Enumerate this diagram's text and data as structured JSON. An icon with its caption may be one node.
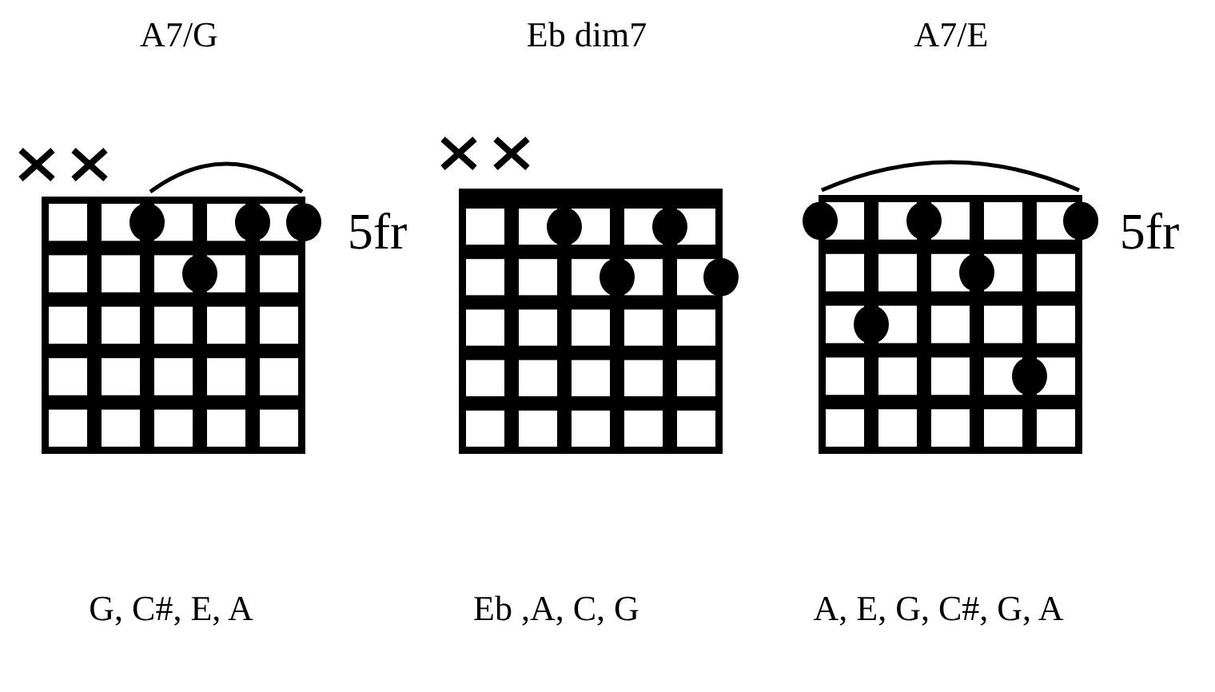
{
  "diagram": {
    "labels": [
      "A7/G",
      "Eb dim7",
      "A7/E",
      "5fr",
      "5fr",
      "G, C#, E, A",
      "Eb ,A, C, G",
      "A, E, G, C#, G, A"
    ]
  }
}
